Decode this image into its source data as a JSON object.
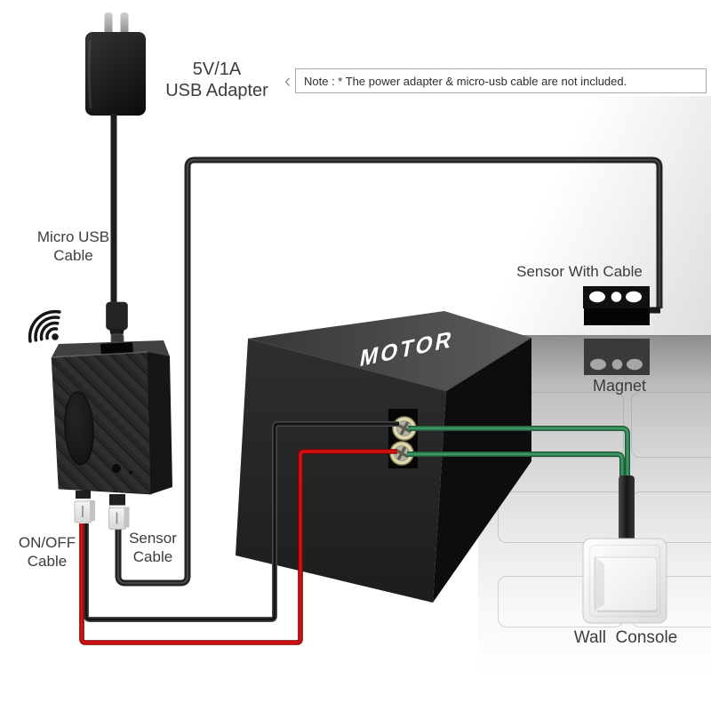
{
  "title": "Smart garage door opener wiring diagram",
  "labels": {
    "adapter": {
      "line1": "5V/1A",
      "line2": "USB Adapter"
    },
    "note": "Note : * The power adapter & micro-usb cable are not included.",
    "micro_usb": {
      "line1": "Micro USB",
      "line2": "Cable"
    },
    "on_off": {
      "line1": "ON/OFF",
      "line2": "Cable"
    },
    "sensor_cable": {
      "line1": "Sensor",
      "line2": "Cable"
    },
    "sensor_with_cable": "Sensor With Cable",
    "magnet": "Magnet",
    "motor": "MOTOR",
    "wall_console": "Wall  Console"
  },
  "icons": {
    "wifi": "wifi-signal-icon",
    "note_pointer": "‹"
  },
  "colors": {
    "wire_black": "#242424",
    "wire_red": "#cc1010",
    "wire_green": "#2e8050",
    "terminal_brass": "#e0d7ae",
    "motor_front": "#262626",
    "background": "#ffffff"
  }
}
